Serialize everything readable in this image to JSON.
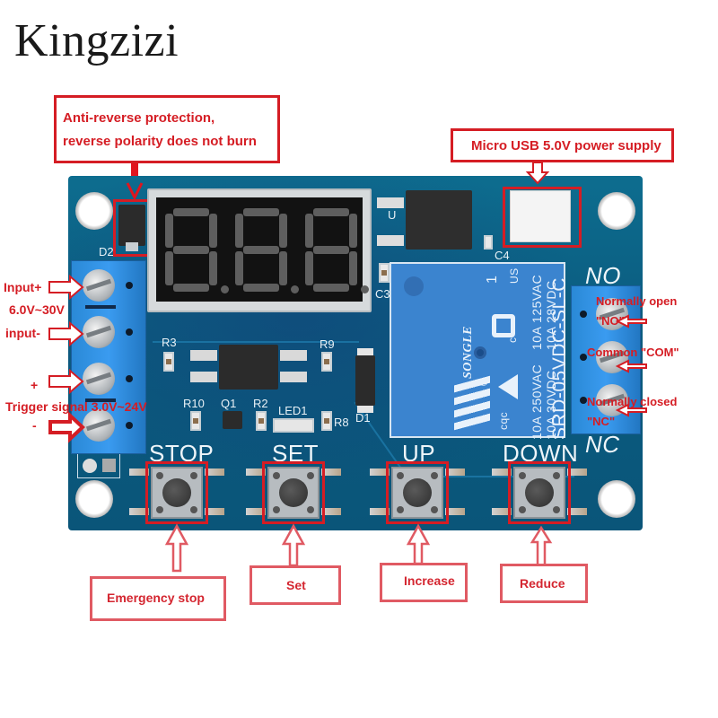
{
  "brand": "Kingzizi",
  "callouts": {
    "anti_reverse": [
      "Anti-reverse protection,",
      "reverse polarity does not burn"
    ],
    "micro_usb": "Micro USB 5.0V power supply",
    "emergency_stop": "Emergency stop",
    "set": "Set",
    "increase": "Increase",
    "reduce": "Reduce"
  },
  "left_terminal_labels": {
    "input_plus": "Input+",
    "input_voltage": "6.0V~30V",
    "input_minus": "input-",
    "trigger_plus": "+",
    "trigger_signal": "Trigger signal 3.0V~24V",
    "trigger_minus": "-"
  },
  "right_terminal_labels": {
    "no_title": "Normally open",
    "no_code": "\"NO\"",
    "com": "Common \"COM\"",
    "nc_title": "Normally closed",
    "nc_code": "\"NC\""
  },
  "board": {
    "silkscreen": {
      "no": "NO",
      "nc": "NC",
      "d2": "D2",
      "u": "U",
      "c3": "C3",
      "c4": "C4",
      "r3": "R3",
      "r9": "R9",
      "r10": "R10",
      "q1": "Q1",
      "r2": "R2",
      "led1": "LED1",
      "r8": "R8",
      "d1": "D1"
    },
    "buttons": [
      "STOP",
      "SET",
      "UP",
      "DOWN"
    ],
    "relay": {
      "brand": "SONGLE",
      "model": "SRD-05VDC-SL-C",
      "rating_ac_1": "10A 250VAC",
      "rating_ac_2": "10A 125VAC",
      "rating_dc_1": "10A 30VDC",
      "rating_dc_2": "10A 28VDC",
      "cert_1": "cqc",
      "cert_2": "c",
      "cert_3": "US",
      "cert_num": "1",
      "reg": "®"
    }
  },
  "colors": {
    "annotation_red": "#d51d24",
    "pcb_blue": "#0b5c80",
    "terminal_blue": "#3a9bf0",
    "relay_blue": "#3b84cf"
  }
}
